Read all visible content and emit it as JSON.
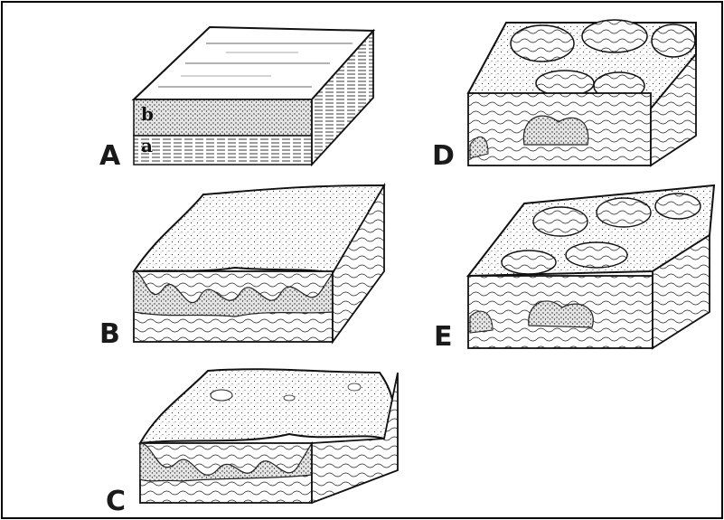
{
  "figure": {
    "panels": [
      {
        "id": "A",
        "label": "A",
        "layer_labels": {
          "upper": "b",
          "lower": "a"
        }
      },
      {
        "id": "B",
        "label": "B"
      },
      {
        "id": "C",
        "label": "C"
      },
      {
        "id": "D",
        "label": "D"
      },
      {
        "id": "E",
        "label": "E"
      }
    ]
  },
  "colors": {
    "ink": "#111111",
    "paper": "#ffffff",
    "border": "#000000"
  }
}
